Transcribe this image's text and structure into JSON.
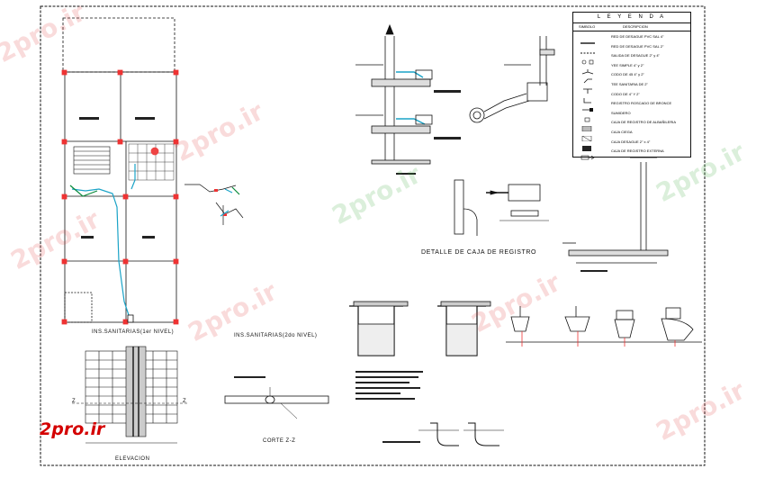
{
  "legend": {
    "title": "L E Y E N D A",
    "col_symbol": "SIMBOLO",
    "col_desc": "DESCRIPCION",
    "items": [
      {
        "symbol": "solid-line",
        "label": "RED DE DESAGUE PVC SAL 4\""
      },
      {
        "symbol": "dash-line",
        "label": "RED DE DESAGUE PVC SAL 2\""
      },
      {
        "symbol": "sq",
        "label": "SALIDA DE DESAGUE 2\" y 4\""
      },
      {
        "symbol": "wye",
        "label": "YEE SIMPLE 4\" y 2\""
      },
      {
        "symbol": "elbow",
        "label": "CODO DE 45 4\" y 2\""
      },
      {
        "symbol": "tee",
        "label": "TEE SANITARIA DE 2\""
      },
      {
        "symbol": "elbow90",
        "label": "CODO DE 4\" Y 2\""
      },
      {
        "symbol": "cleanout",
        "label": "REGISTRO ROSCADO DE BRONCE"
      },
      {
        "symbol": "sq-small",
        "label": "SUMIDERO"
      },
      {
        "symbol": "box",
        "label": "CAJA DE REGISTRO DE ALBAÑILERIA"
      },
      {
        "symbol": "cross",
        "label": "CAJA CIEGA"
      },
      {
        "symbol": "fill",
        "label": "CAJA DESAGUE 2\" x 4\""
      },
      {
        "symbol": "arrow",
        "label": "CAJA DE REGISTRO EXTERNA"
      }
    ]
  },
  "labels": {
    "plan1": "INS.SANITARIAS(1er NIVEL)",
    "plan2": "INS.SANITARIAS(2do NIVEL)",
    "detail_box": "DETALLE DE CAJA DE REGISTRO",
    "elevation": "ELEVACION",
    "section": "CORTE Z-Z",
    "z_left": "Z",
    "z_right": "Z"
  },
  "watermarks": [
    "2pro.ir",
    "2pro.ir",
    "2pro.ir",
    "2pro.ir",
    "2pro.ir",
    "2pro.ir",
    "2pro.ir",
    "2pro.ir"
  ],
  "logo": "2pro.ir"
}
